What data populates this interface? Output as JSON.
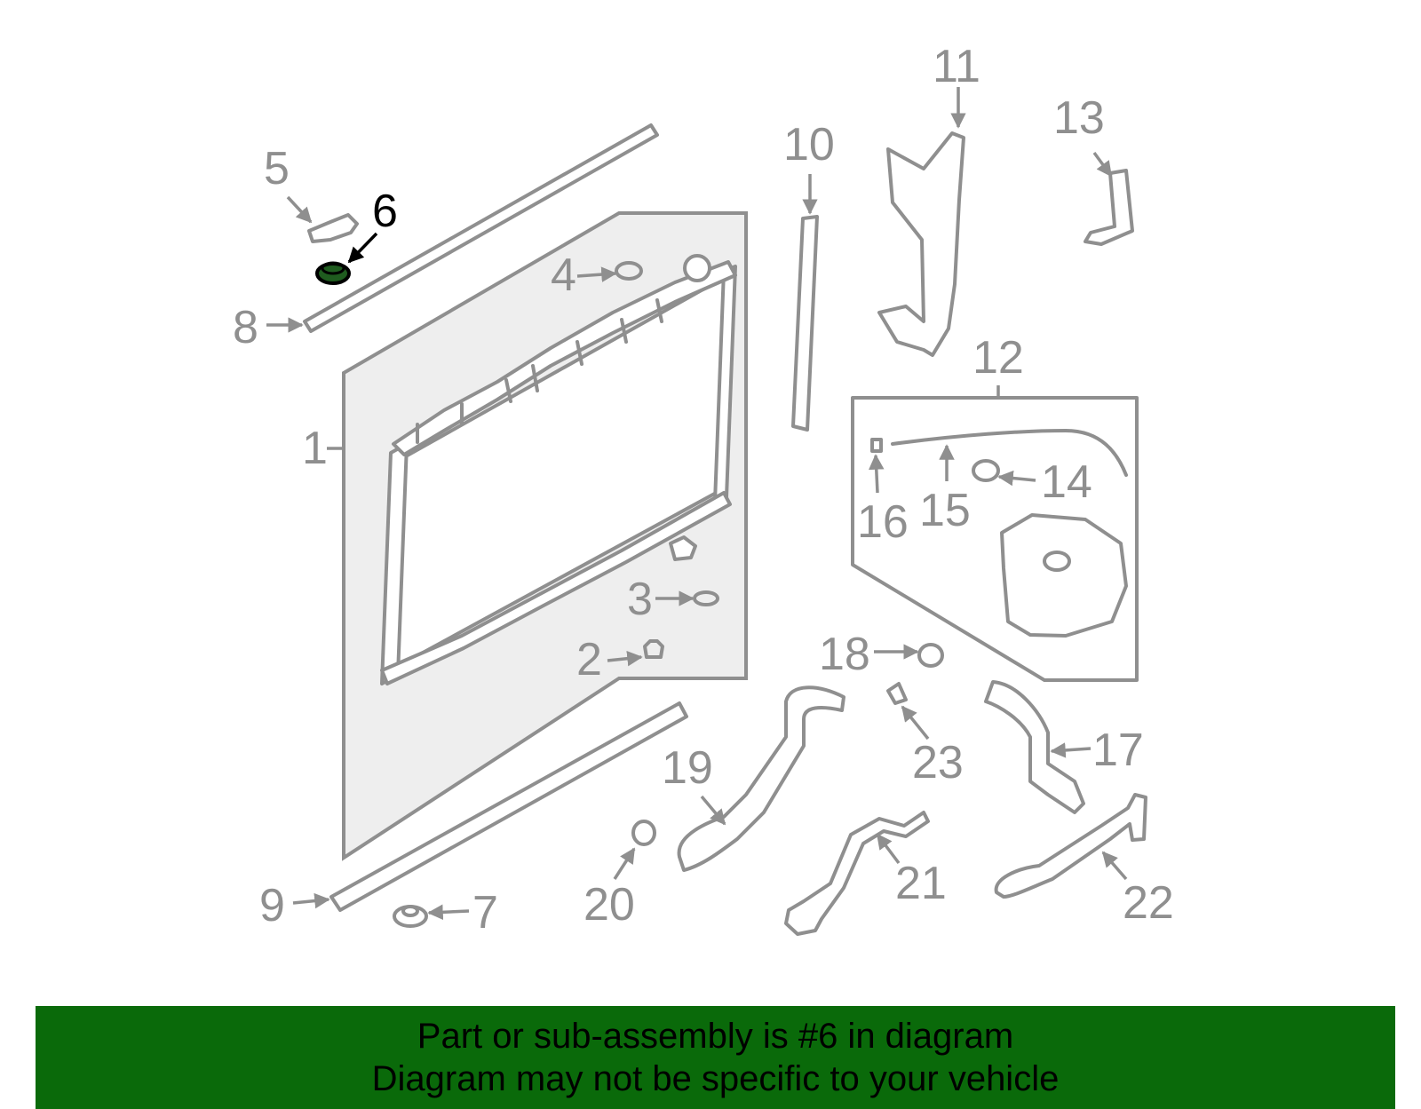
{
  "callouts": [
    "1",
    "2",
    "3",
    "4",
    "5",
    "6",
    "7",
    "8",
    "9",
    "10",
    "11",
    "12",
    "13",
    "14",
    "15",
    "16",
    "17",
    "18",
    "19",
    "20",
    "21",
    "22",
    "23"
  ],
  "highlighted_callout": "6",
  "colors": {
    "part_stroke": "#8f8f8f",
    "panel_fill": "#eeeeee",
    "highlight": "#000000",
    "highlight_fill": "#1f5c1f",
    "banner": "#0a6a0a"
  },
  "banner": {
    "line1": "Part or sub-assembly is #6 in diagram",
    "line2": "Diagram may not be specific to your vehicle"
  }
}
